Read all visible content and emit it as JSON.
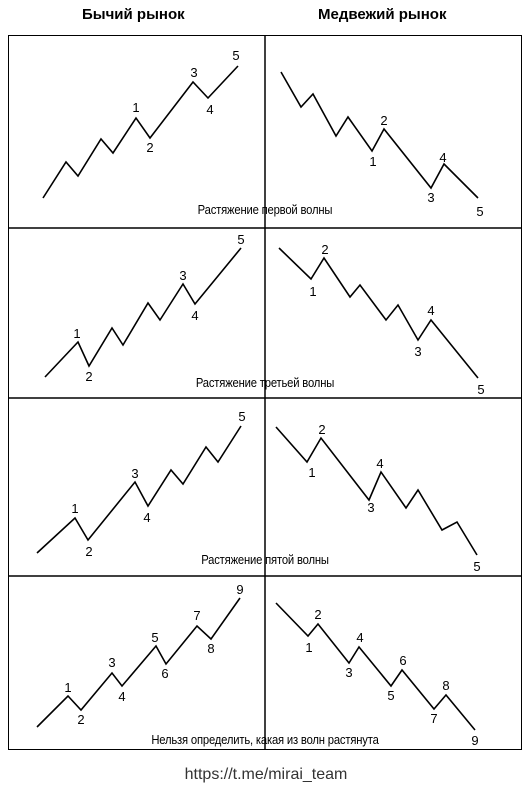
{
  "headers": {
    "bull": "Бычий рынок",
    "bear": "Медвежий рынок"
  },
  "panels": [
    {
      "caption": "Растяжение первой волны",
      "bull_labels": [
        "1",
        "2",
        "3",
        "4",
        "5"
      ],
      "bear_labels": [
        "1",
        "2",
        "3",
        "4",
        "5"
      ]
    },
    {
      "caption": "Растяжение третьей волны",
      "bull_labels": [
        "1",
        "2",
        "3",
        "4",
        "5"
      ],
      "bear_labels": [
        "1",
        "2",
        "3",
        "4",
        "5"
      ]
    },
    {
      "caption": "Растяжение пятой волны",
      "bull_labels": [
        "1",
        "2",
        "3",
        "4",
        "5"
      ],
      "bear_labels": [
        "1",
        "2",
        "3",
        "4",
        "5"
      ]
    },
    {
      "caption": "Нельзя определить, какая из волн растянута",
      "bull_labels": [
        "1",
        "2",
        "3",
        "4",
        "5",
        "6",
        "7",
        "8",
        "9"
      ],
      "bear_labels": [
        "1",
        "2",
        "3",
        "4",
        "5",
        "6",
        "7",
        "8",
        "9"
      ]
    }
  ],
  "footer": "https://t.me/mirai_team"
}
